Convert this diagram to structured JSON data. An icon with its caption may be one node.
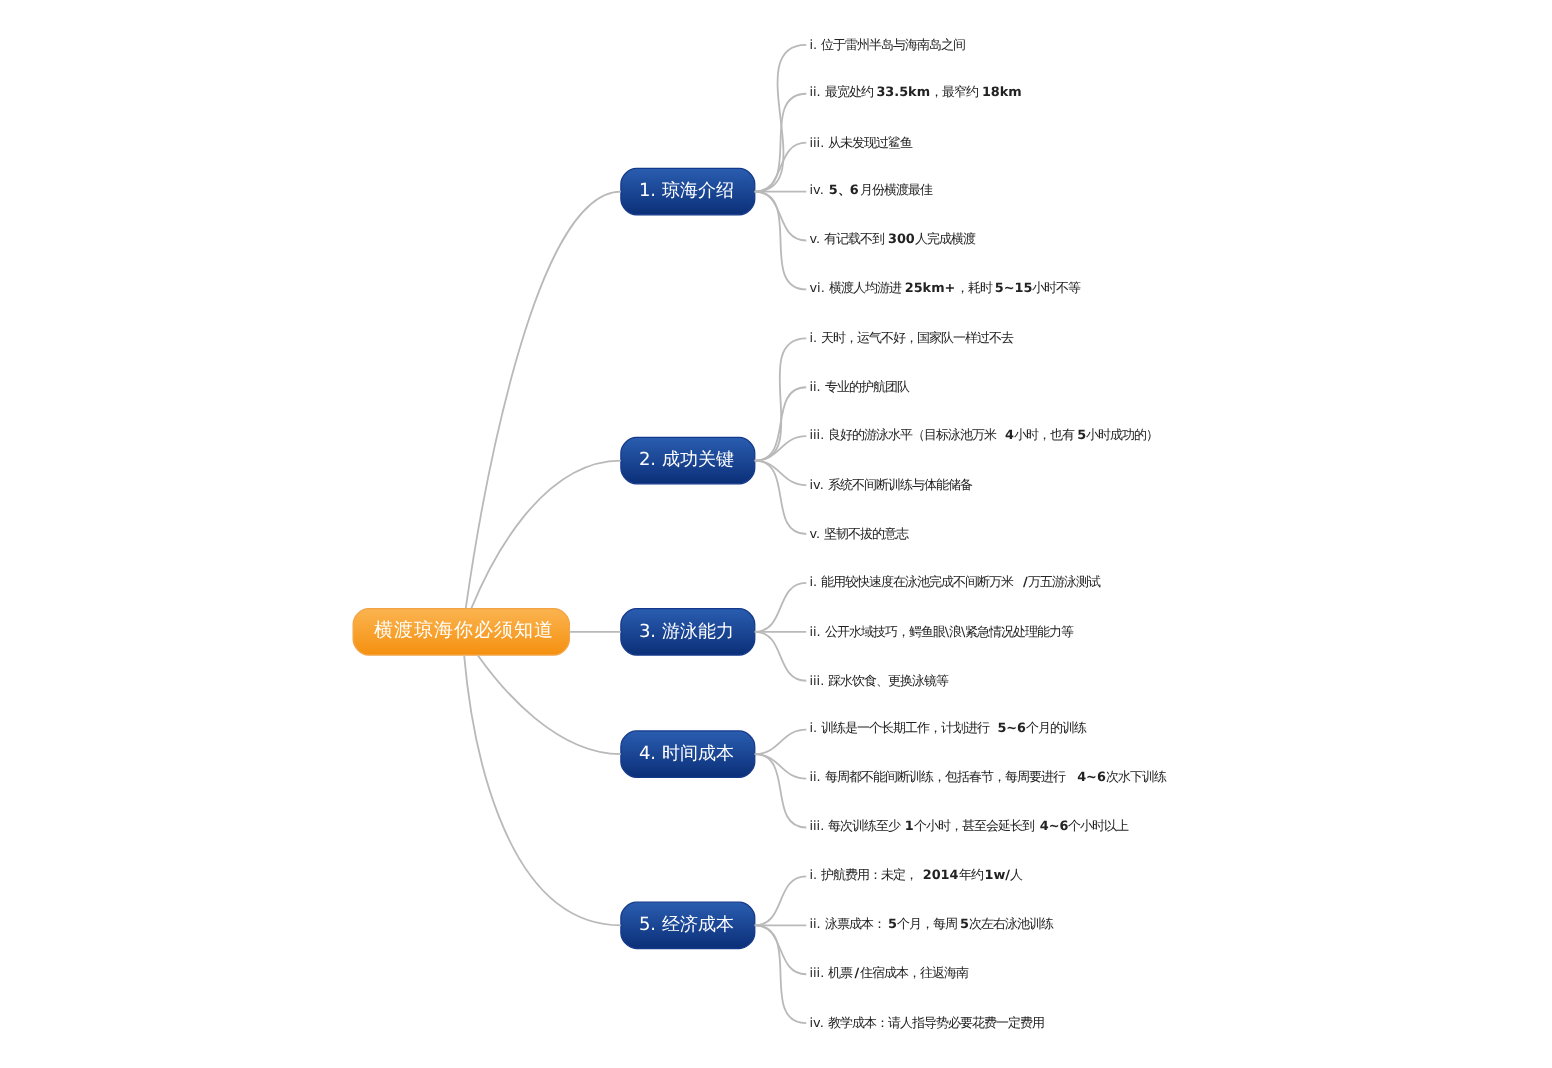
{
  "diagram": {
    "nodes": [
      {
        "text": [
          "横渡琼海你必须知道"
        ]
      },
      {
        "text": [
          "1. 琼海介绍"
        ]
      },
      {
        "text": [
          "i. 位于雷州半岛与海南岛之间"
        ]
      },
      {
        "text": [
          "ii. 最宽处约**33.5km**，最窄约**18km**"
        ]
      },
      {
        "text": [
          "iii. 从未发现过鲨鱼"
        ]
      },
      {
        "text": [
          "iv. **5、6**月份横渡最佳"
        ]
      },
      {
        "text": [
          "v. 有记载不到**300**人完成横渡"
        ]
      },
      {
        "text": [
          "vi. 横渡人均游进**25km+**，耗时**5~15**小时不等"
        ]
      },
      {
        "text": [
          "2. 成功关键"
        ]
      },
      {
        "text": [
          "i. 天时，运气不好，国家队一样过不去"
        ]
      },
      {
        "text": [
          "ii. 专业的护航团队"
        ]
      },
      {
        "text": [
          "iii. 良好的游泳水平（目标泳池万米**4**小时，也有**5**小时成功的）"
        ]
      },
      {
        "text": [
          "iv. 系统不间断训练与体能储备"
        ]
      },
      {
        "text": [
          "v. 坚韧不拔的意志"
        ]
      },
      {
        "text": [
          "3. 游泳能力"
        ]
      },
      {
        "text": [
          "i. 能用较快速度在泳池完成不间断万米**/**万五游泳测试"
        ]
      },
      {
        "text": [
          "ii. 公开水域技巧，鳄鱼眼\\浪\\紧急情况处理能力等"
        ]
      },
      {
        "text": [
          "iii. 踩水饮食、更换泳镜等"
        ]
      },
      {
        "text": [
          "4. 时间成本"
        ]
      },
      {
        "text": [
          "i. 训练是一个长期工作，计划进行**5~6**个月的训练"
        ]
      },
      {
        "text": [
          "ii. 每周都不能间断训练，包括春节，每周要进行**4~6**次水下训练"
        ]
      },
      {
        "text": [
          "iii. 每次训练至少**1**个小时，甚至会延长到**4~6**个小时以上"
        ]
      },
      {
        "text": [
          "5. 经济成本"
        ]
      },
      {
        "text": [
          "i. 护航费用：未定，**2014**年约**1w/**人"
        ]
      },
      {
        "text": [
          "ii. 泳票成本：**5**个月，每周**5**次左右泳池训练"
        ]
      },
      {
        "text": [
          "iii. 机票**/**住宿成本，往返海南"
        ]
      },
      {
        "text": [
          "iv. 教学成本：请人指导势必要花费一定费用"
        ]
      }
    ],
    "edges": [
      {
        "from": 0,
        "to": 1,
        "arrow": "none"
      },
      {
        "from": 0,
        "to": 8,
        "arrow": "none"
      },
      {
        "from": 0,
        "to": 14,
        "arrow": "none"
      },
      {
        "from": 0,
        "to": 18,
        "arrow": "none"
      },
      {
        "from": 0,
        "to": 22,
        "arrow": "none"
      },
      {
        "from": 1,
        "to": 2,
        "arrow": "none"
      },
      {
        "from": 1,
        "to": 3,
        "arrow": "none"
      },
      {
        "from": 1,
        "to": 4,
        "arrow": "none"
      },
      {
        "from": 1,
        "to": 5,
        "arrow": "none"
      },
      {
        "from": 1,
        "to": 6,
        "arrow": "none"
      },
      {
        "from": 1,
        "to": 7,
        "arrow": "none"
      },
      {
        "from": 8,
        "to": 9,
        "arrow": "none"
      },
      {
        "from": 8,
        "to": 10,
        "arrow": "none"
      },
      {
        "from": 8,
        "to": 11,
        "arrow": "none"
      },
      {
        "from": 8,
        "to": 12,
        "arrow": "none"
      },
      {
        "from": 8,
        "to": 13,
        "arrow": "none"
      },
      {
        "from": 14,
        "to": 15,
        "arrow": "none"
      },
      {
        "from": 14,
        "to": 16,
        "arrow": "none"
      },
      {
        "from": 14,
        "to": 17,
        "arrow": "none"
      },
      {
        "from": 18,
        "to": 19,
        "arrow": "none"
      },
      {
        "from": 18,
        "to": 20,
        "arrow": "none"
      },
      {
        "from": 18,
        "to": 21,
        "arrow": "none"
      },
      {
        "from": 22,
        "to": 23,
        "arrow": "none"
      },
      {
        "from": 22,
        "to": 24,
        "arrow": "none"
      },
      {
        "from": 22,
        "to": 25,
        "arrow": "none"
      },
      {
        "from": 22,
        "to": 26,
        "arrow": "none"
      }
    ]
  }
}
